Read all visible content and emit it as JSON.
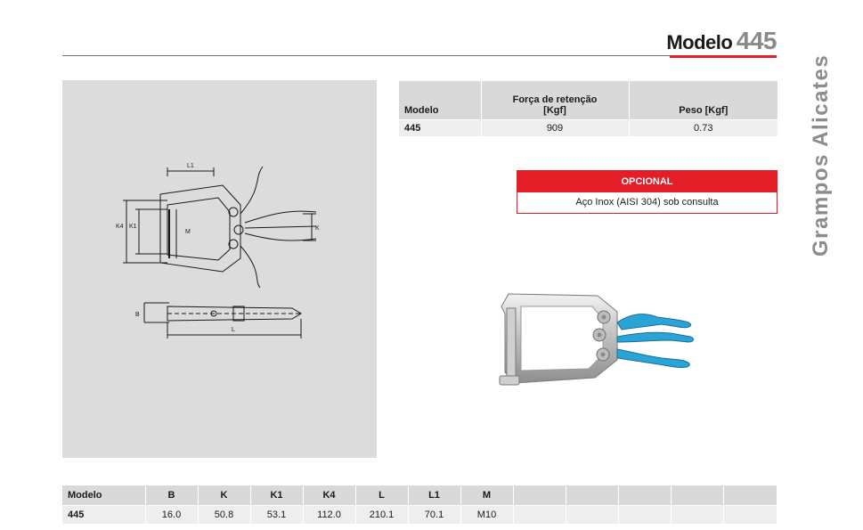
{
  "header": {
    "title_word": "Modelo",
    "title_number": "445",
    "side_label": "Grampos Alicates"
  },
  "spec_table": {
    "headers": {
      "model": "Modelo",
      "force_line1": "Força de retenção",
      "force_line2": "[Kgf]",
      "weight": "Peso  [Kgf]"
    },
    "row": {
      "model": "445",
      "force": "909",
      "weight": "0.73"
    }
  },
  "optional": {
    "title": "OPCIONAL",
    "text": "Aço Inox (AISI 304) sob consulta"
  },
  "drawing": {
    "labels": {
      "L1": "L1",
      "K4": "K4",
      "K1": "K1",
      "M": "M",
      "K": "K",
      "B": "B",
      "L": "L"
    }
  },
  "dims_table": {
    "headers": [
      "Modelo",
      "B",
      "K",
      "K1",
      "K4",
      "L",
      "L1",
      "M",
      "",
      "",
      "",
      "",
      ""
    ],
    "row": [
      "445",
      "16.0",
      "50.8",
      "53.1",
      "112.0",
      "210.1",
      "70.1",
      "M10",
      "",
      "",
      "",
      "",
      ""
    ]
  },
  "colors": {
    "accent": "#e41e26",
    "panel": "#dcdcdc",
    "handle": "#2aa3d6"
  }
}
